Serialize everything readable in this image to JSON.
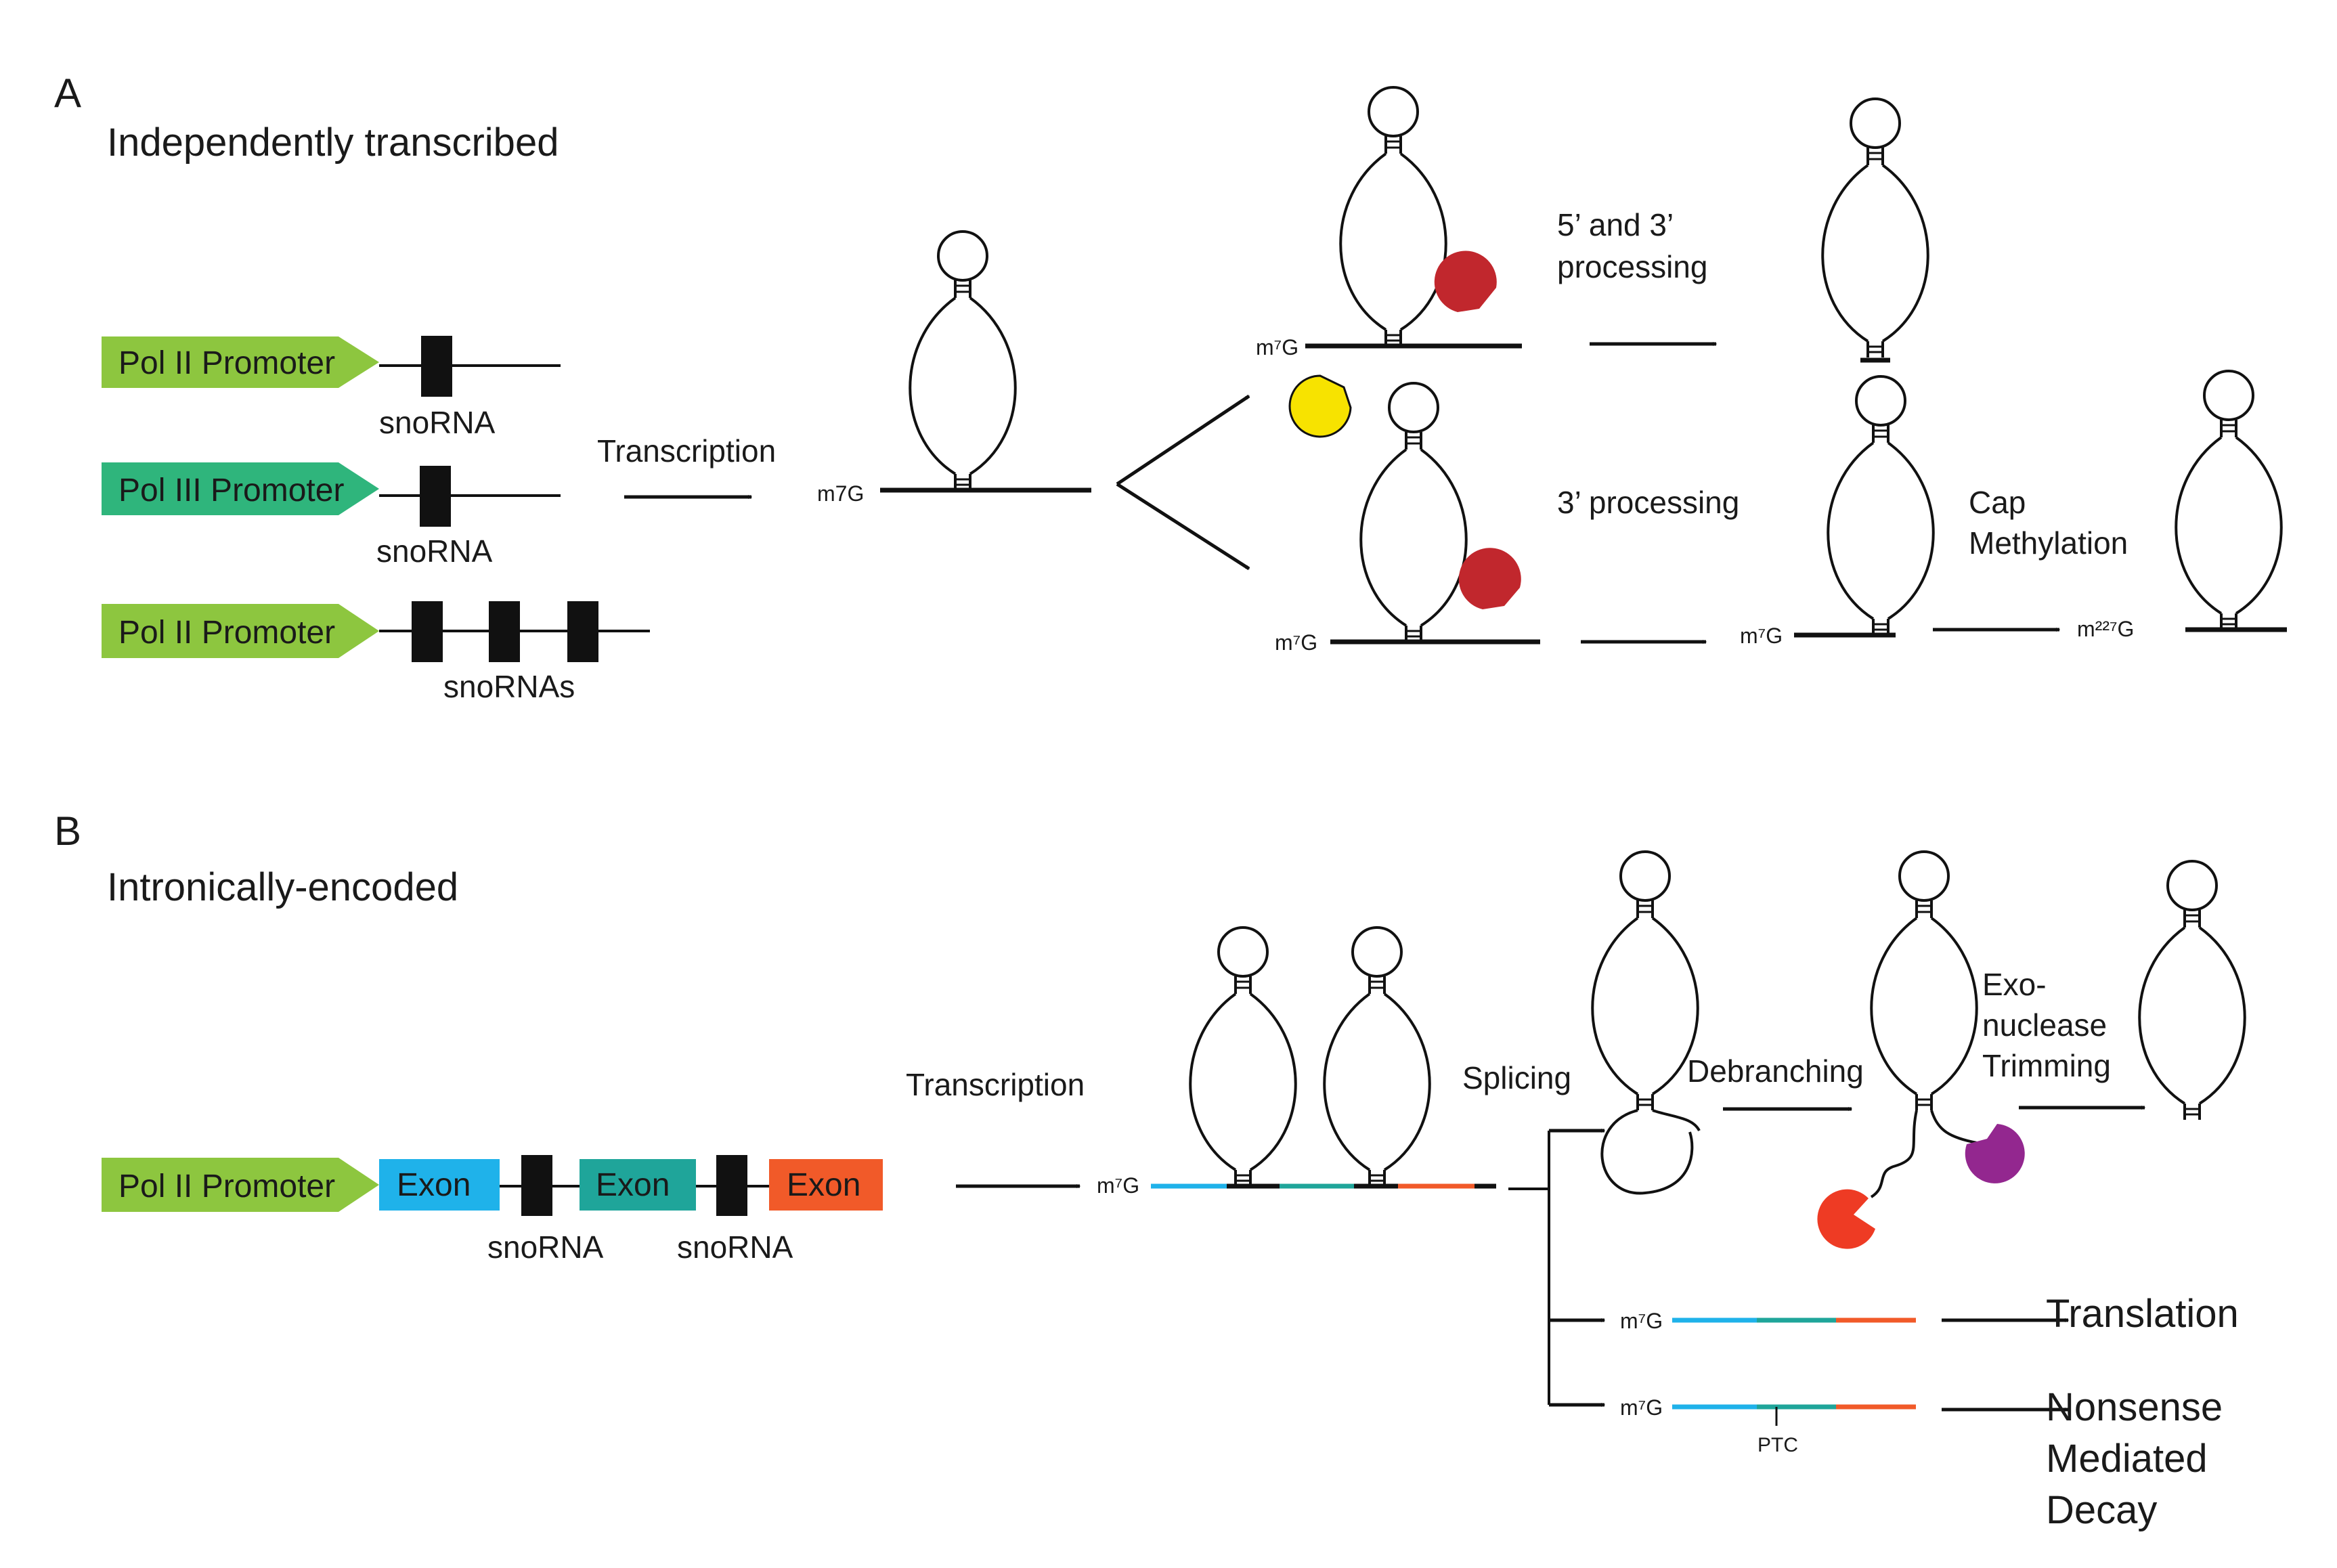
{
  "panel_a": {
    "letter": "A",
    "title": "Independently transcribed",
    "promoters": [
      "Pol II Promoter",
      "Pol III Promoter",
      "Pol II Promoter"
    ],
    "gene_labels": [
      "snoRNA",
      "snoRNA",
      "snoRNAs"
    ],
    "transcription": "Transcription",
    "cap_m7g": "m7G",
    "cap_m7g_super": "m⁷G",
    "cap_m227g": "m²²⁷G",
    "step_5_3": [
      "5’ and 3’",
      "processing"
    ],
    "step_3": "3’ processing",
    "step_cap": [
      "Cap",
      "Methylation"
    ]
  },
  "panel_b": {
    "letter": "B",
    "title": "Intronically-encoded",
    "promoter": "Pol II Promoter",
    "exons": [
      "Exon",
      "Exon",
      "Exon"
    ],
    "sno_labels": [
      "snoRNA",
      "snoRNA"
    ],
    "transcription": "Transcription",
    "cap_m7g": "m⁷G",
    "splicing": "Splicing",
    "debranching": "Debranching",
    "exo": [
      "Exo-",
      "nuclease",
      "Trimming"
    ],
    "ptc": "PTC",
    "translation": "Translation",
    "nmd": [
      "Nonsense",
      "Mediated",
      "Decay"
    ]
  },
  "colors": {
    "pol2_green": "#8dc63f",
    "pol3_green": "#2fb57c",
    "exon_blue": "#1fb2ea",
    "exon_teal": "#1fa59a",
    "exon_orange": "#f15a29",
    "enzyme_red": "#c1272d",
    "enzyme_yellow": "#f7e300",
    "enzyme_orange_red": "#ee3b24",
    "enzyme_purple": "#93278f"
  }
}
